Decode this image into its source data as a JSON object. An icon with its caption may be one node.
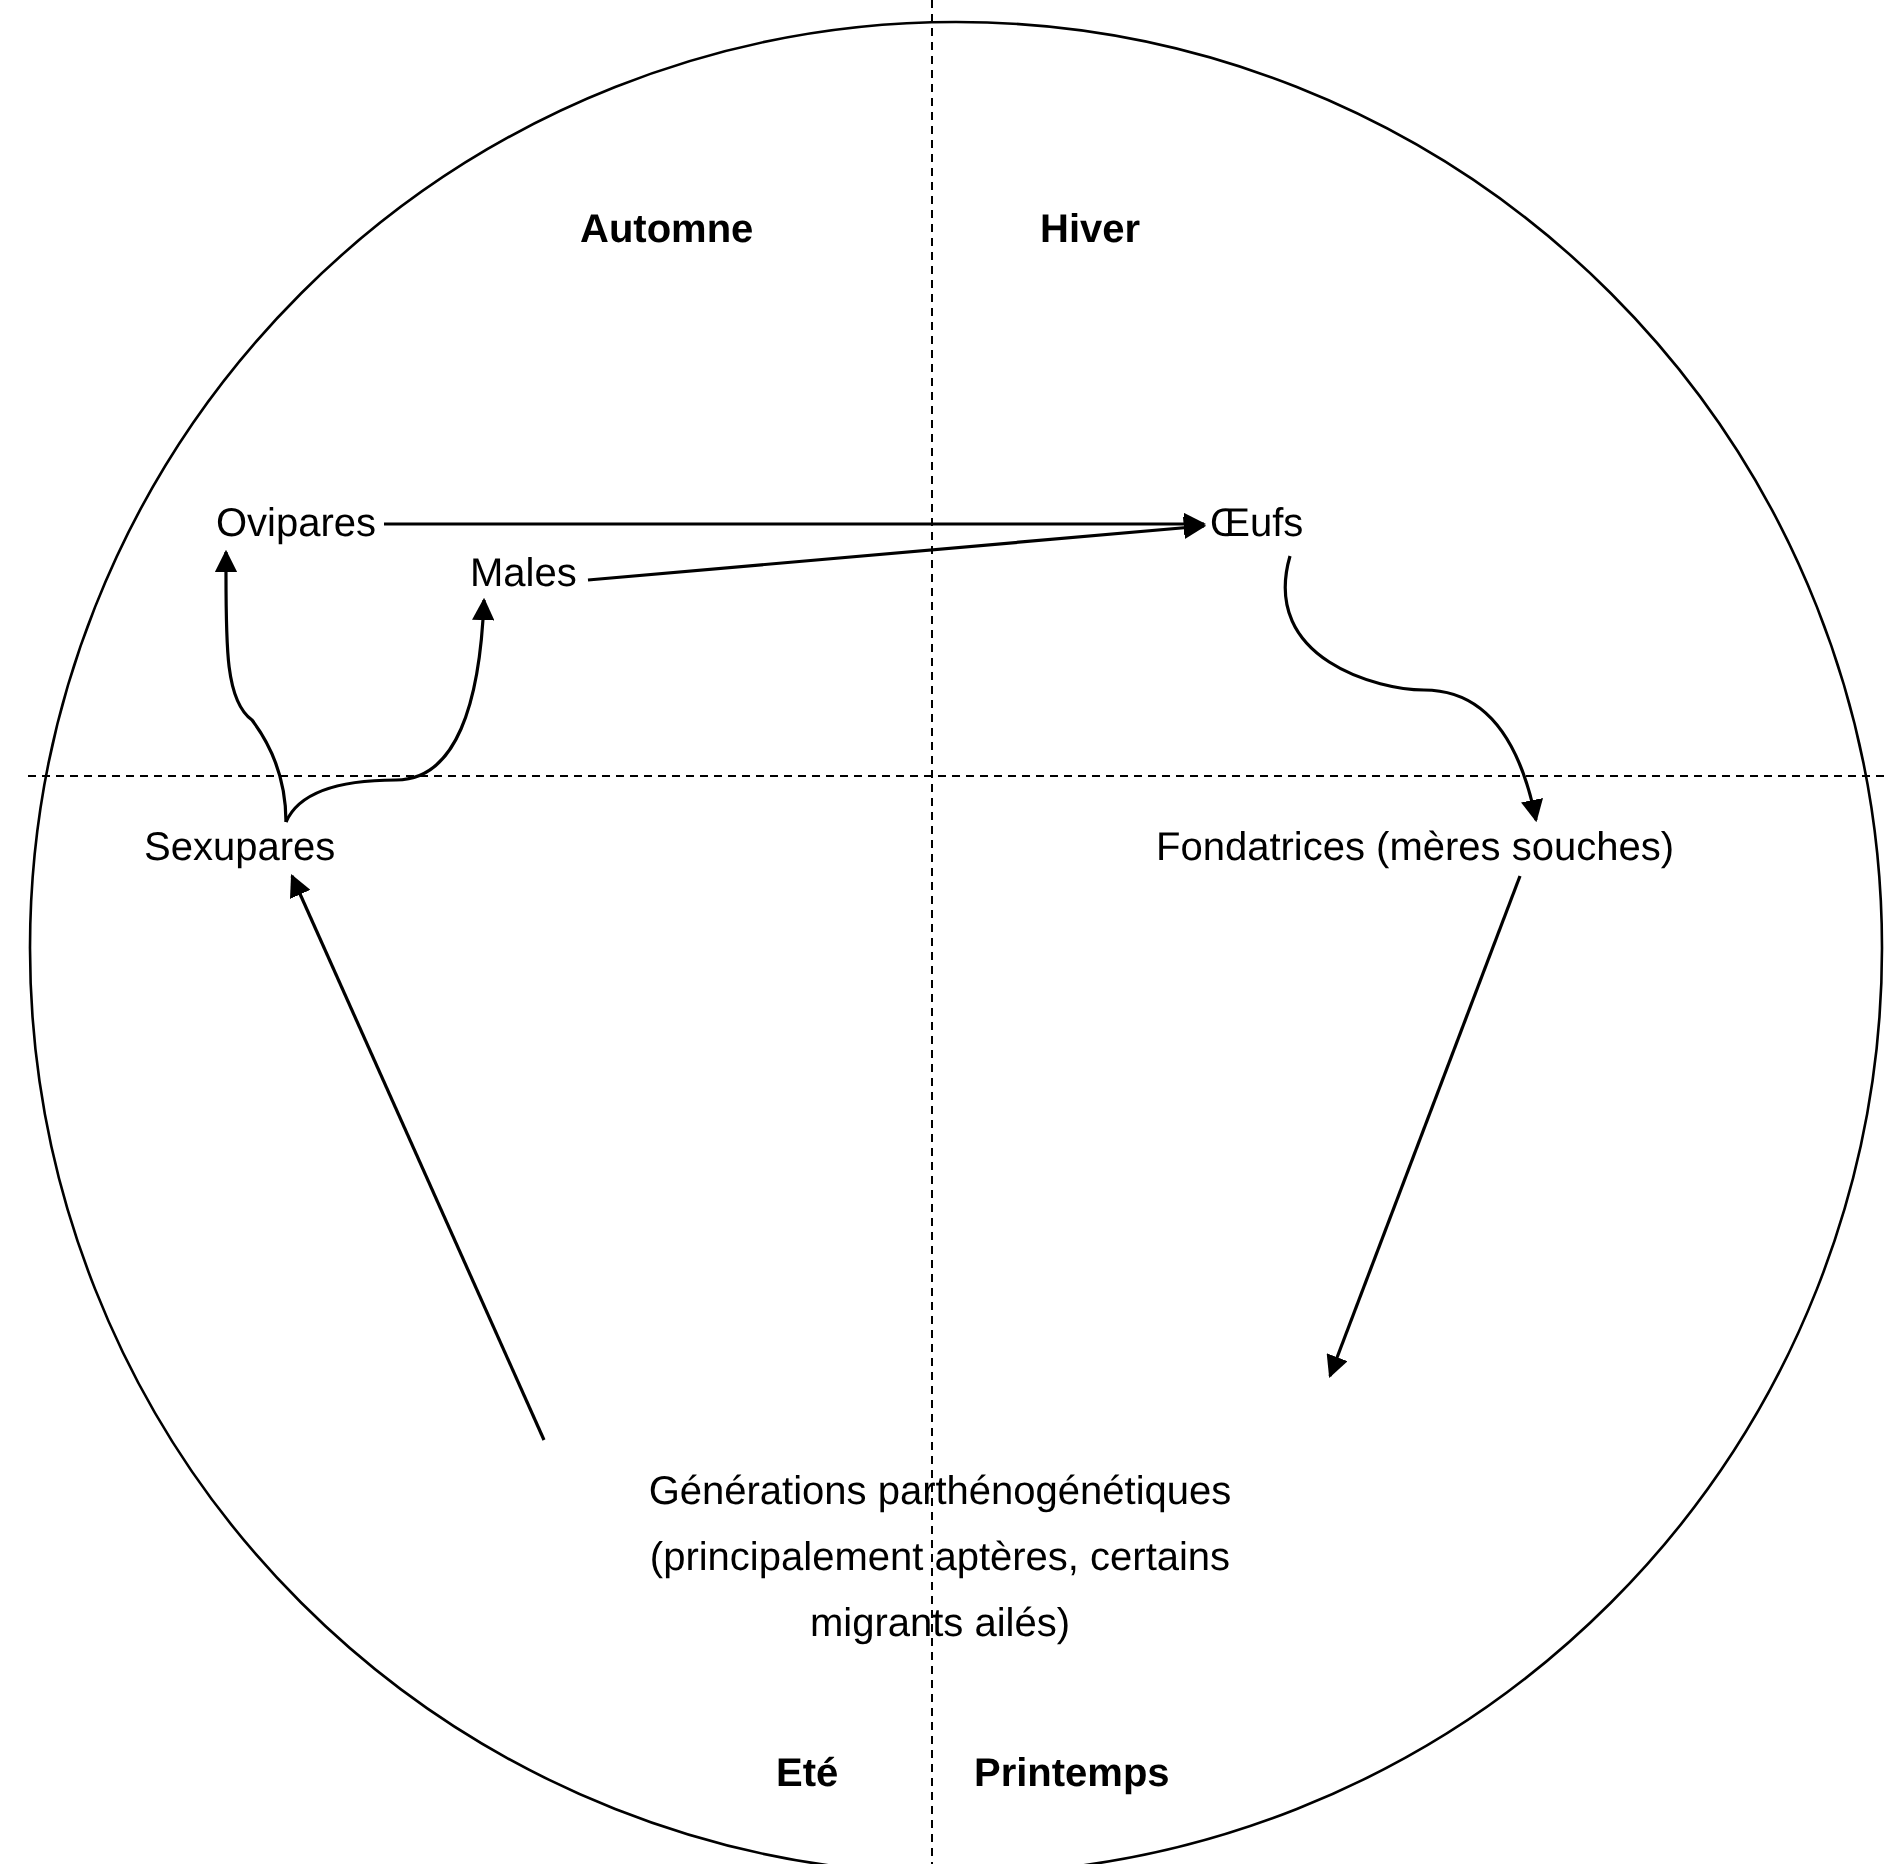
{
  "diagram": {
    "nodes": [
      {
        "text": [
          "Ovipares"
        ]
      },
      {
        "text": [
          "Males"
        ]
      },
      {
        "text": [
          "Œufs"
        ]
      },
      {
        "text": [
          "Fondatrices (mères souches)"
        ]
      },
      {
        "text": [
          "Sexupares"
        ]
      },
      {
        "text": [
          "Générations parthénogénétiques (principalement  aptères, certains migrants ailés)"
        ]
      }
    ],
    "edges": [
      {
        "from": 0,
        "to": 2,
        "arrow": "to"
      },
      {
        "from": 1,
        "to": 2,
        "arrow": "to"
      },
      {
        "from": 2,
        "to": 3,
        "arrow": "to"
      },
      {
        "from": 3,
        "to": 5,
        "arrow": "to"
      },
      {
        "from": 5,
        "to": 4,
        "arrow": "to"
      },
      {
        "from": 4,
        "to": 0,
        "arrow": "to"
      },
      {
        "from": 4,
        "to": 1,
        "arrow": "to"
      }
    ],
    "labels": [
      "Automne",
      "Hiver",
      "Eté",
      "Printemps"
    ]
  }
}
